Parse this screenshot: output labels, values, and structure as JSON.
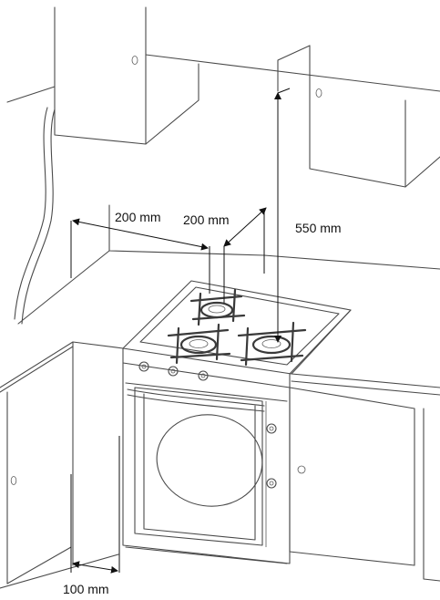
{
  "dimensions": {
    "side_clearance_1": "200 mm",
    "side_clearance_2": "200 mm",
    "top_clearance": "550 mm",
    "bottom_clearance": "100 mm"
  }
}
